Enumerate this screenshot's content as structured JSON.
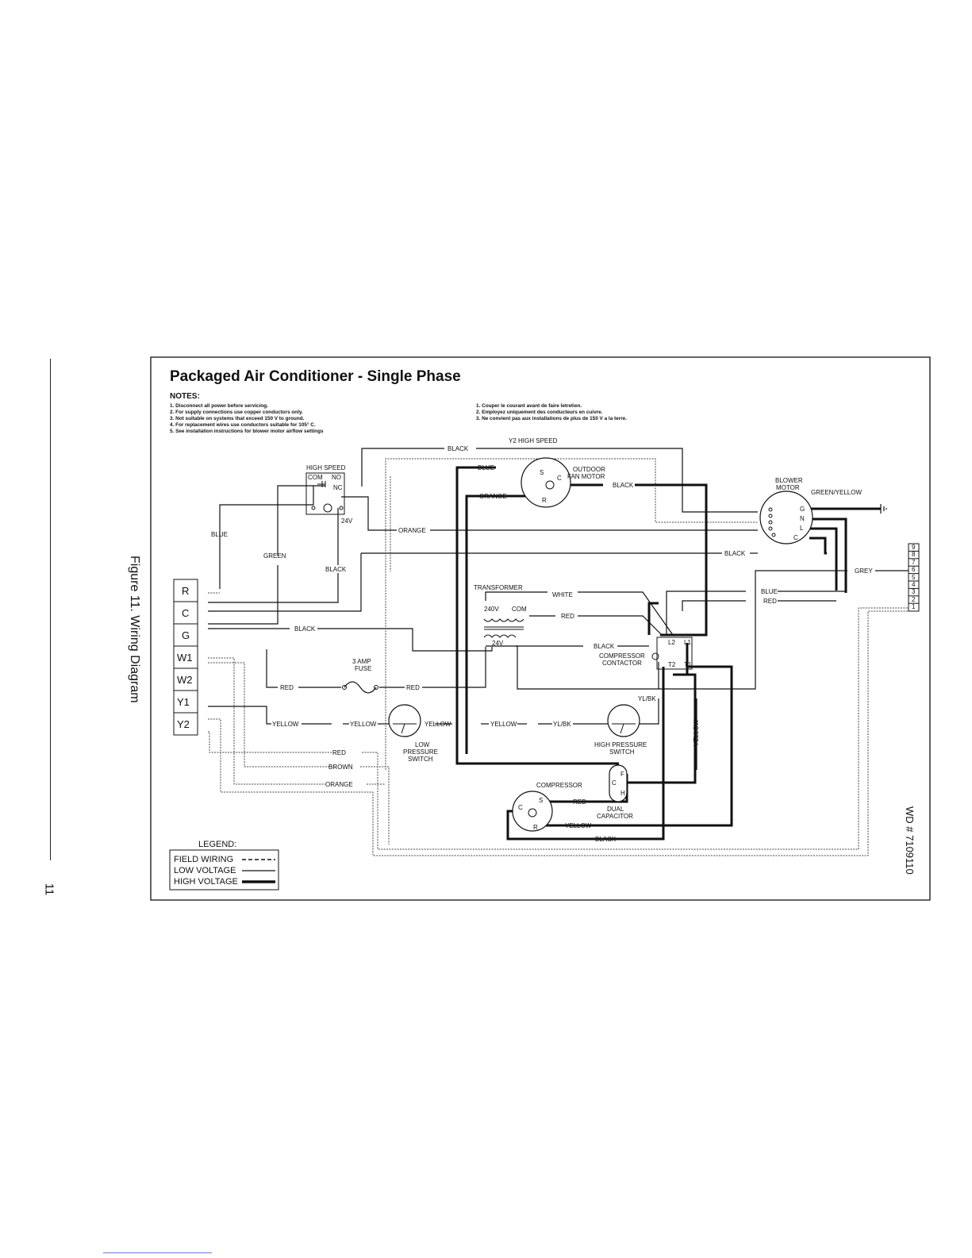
{
  "page": {
    "number": "11",
    "figure_caption": "Figure 11. Wiring Diagram"
  },
  "diagram": {
    "title": "Packaged Air Conditioner - Single Phase",
    "drawing_id": "WD # 7109110",
    "notes_heading": "NOTES:",
    "notes_en": [
      "1. Disconnect all power before servicing.",
      "2. For supply connections use copper conductors only.",
      "3. Not suitable on systems that exceed 150 V to ground.",
      "4. For replacement wires use conductors suitable for 105° C.",
      "5. See installation instructions for blower motor airflow settings"
    ],
    "notes_fr": [
      "1. Couper le courant avant de faire letretien.",
      "2. Employez uniquement des conducteurs en cuivre.",
      "3. Ne convient pas aux installations de plus de 150 V a la terre."
    ],
    "thermostat_terminals": [
      "R",
      "C",
      "G",
      "W1",
      "W2",
      "Y1",
      "Y2"
    ],
    "blower_taps": [
      "9",
      "8",
      "7",
      "6",
      "5",
      "4",
      "3",
      "2",
      "1"
    ],
    "legend": {
      "heading": "LEGEND:",
      "items": [
        "FIELD WIRING",
        "LOW VOLTAGE",
        "HIGH VOLTAGE"
      ]
    },
    "components": {
      "high_speed": "HIGH SPEED",
      "com": "COM",
      "no": "NO",
      "nc": "NC",
      "relay_24v": "24V",
      "outdoor_fan": [
        "OUTDOOR",
        "FAN MOTOR"
      ],
      "blower_motor": [
        "BLOWER",
        "MOTOR"
      ],
      "transformer": "TRANSFORMER",
      "t240": "240V",
      "tcom": "COM",
      "t24": "24V",
      "fuse": [
        "3 AMP",
        "FUSE"
      ],
      "contactor": [
        "COMPRESSOR",
        "CONTACTOR"
      ],
      "low_pressure": [
        "LOW",
        "PRESSURE",
        "SWITCH"
      ],
      "high_pressure": [
        "HIGH PRESSURE",
        "SWITCH"
      ],
      "compressor": "COMPRESSOR",
      "capacitor": [
        "DUAL",
        "CAPACITOR"
      ]
    },
    "pins": {
      "s": "S",
      "c": "C",
      "r": "R",
      "g": "G",
      "n": "N",
      "l": "L",
      "l1": "L1",
      "l2": "L2",
      "t1": "T1",
      "t2": "T2",
      "f": "F",
      "h": "H"
    },
    "wires": {
      "black": "BLACK",
      "y2_high_speed": "Y2 HIGH SPEED",
      "blue": "BLUE",
      "orange": "ORANGE",
      "green": "GREEN",
      "green_yellow": "GREEN/YELLOW",
      "grey": "GREY",
      "white": "WHITE",
      "red": "RED",
      "yellow": "YELLOW",
      "yl_bk": "YL/BK",
      "brown": "BROWN"
    }
  }
}
